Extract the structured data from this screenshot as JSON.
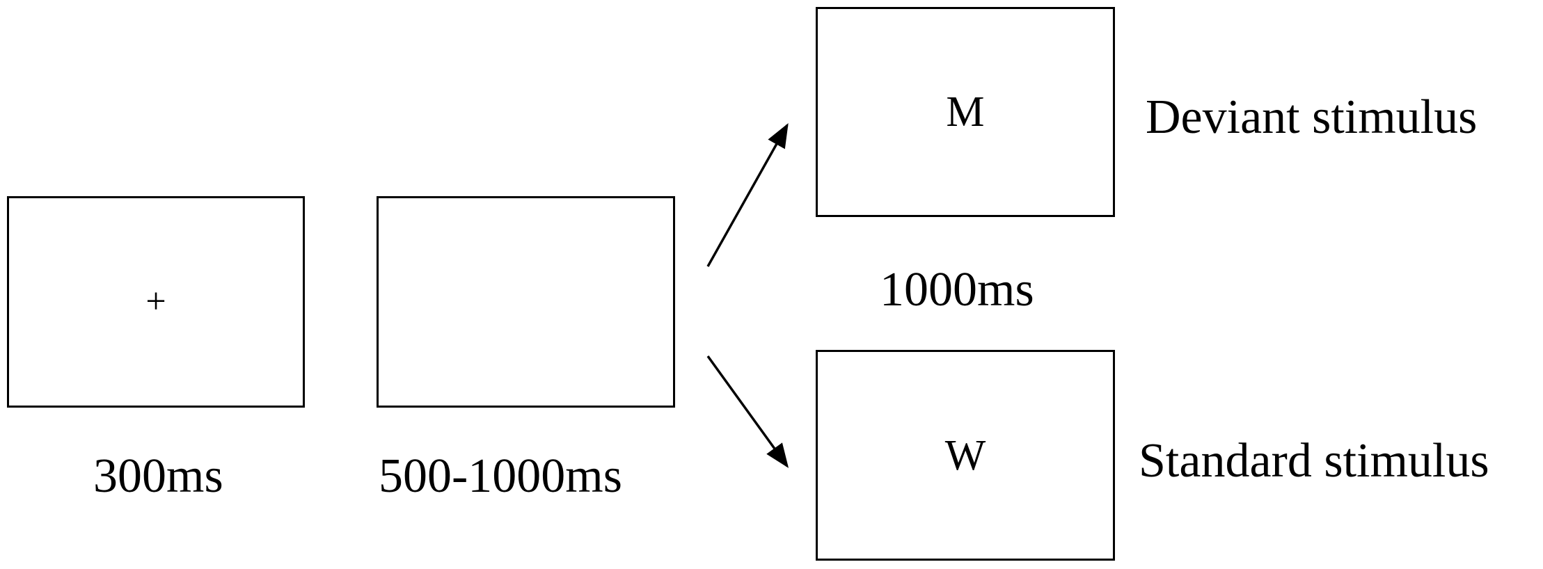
{
  "screens": {
    "fixation": {
      "symbol": "+",
      "duration": "300ms"
    },
    "blank": {
      "symbol": "",
      "duration": "500-1000ms"
    },
    "deviant": {
      "symbol": "M",
      "label": "Deviant stimulus"
    },
    "standard": {
      "symbol": "W",
      "label": "Standard stimulus"
    },
    "stimulus_duration": "1000ms"
  },
  "colors": {
    "stroke": "#000000",
    "background": "#ffffff"
  }
}
